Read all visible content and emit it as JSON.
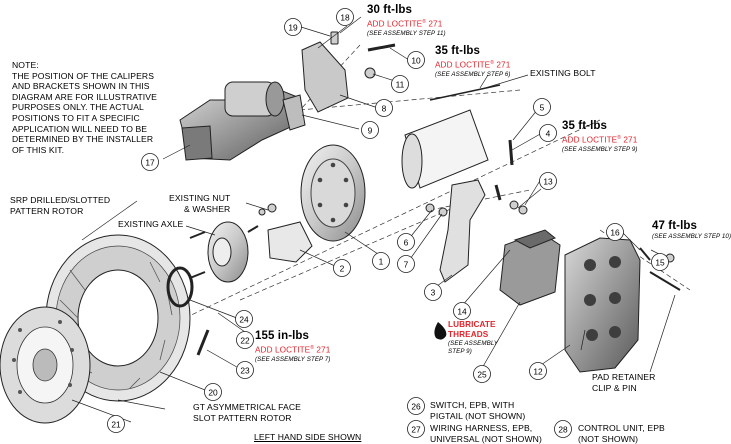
{
  "note": "NOTE:\nTHE POSITION OF THE CALIPERS\nAND BRACKETS SHOWN IN THIS\nDIAGRAM ARE FOR ILLUSTRATIVE\nPURPOSES ONLY. THE ACTUAL\nPOSITIONS TO FIT A SPECIFIC\nAPPLICATION WILL NEED TO BE\nDETERMINED BY THE INSTALLER\nOF THIS KIT.",
  "torque_specs": [
    {
      "torque": "30 ft-lbs",
      "loctite": "ADD LOCTITE",
      "reg": "®",
      "loctite_num": "271",
      "step": "(SEE ASSEMBLY STEP 11)"
    },
    {
      "torque": "35 ft-lbs",
      "loctite": "ADD LOCTITE",
      "reg": "®",
      "loctite_num": "271",
      "step": "(SEE ASSEMBLY STEP 6)"
    },
    {
      "torque": "35 ft-lbs",
      "loctite": "ADD LOCTITE",
      "reg": "®",
      "loctite_num": "271",
      "step": "(SEE ASSEMBLY STEP 9)"
    },
    {
      "torque": "47 ft-lbs",
      "loctite": "",
      "reg": "",
      "loctite_num": "",
      "step": "(SEE ASSEMBLY STEP 10)"
    },
    {
      "torque": "155 in-lbs",
      "loctite": "ADD LOCTITE",
      "reg": "®",
      "loctite_num": "271",
      "step": "(SEE ASSEMBLY STEP 7)"
    }
  ],
  "labels": {
    "existing_bolt": "EXISTING BOLT",
    "existing_nut": "EXISTING NUT\n& WASHER",
    "existing_axle": "EXISTING AXLE",
    "srp_rotor": "SRP DRILLED/SLOTTED\nPATTERN ROTOR",
    "gt_rotor": "GT ASYMMETRICAL FACE\nSLOT PATTERN ROTOR",
    "pad_retainer": "PAD RETAINER\nCLIP & PIN",
    "lubricate": "LUBRICATE\nTHREADS",
    "lubricate_step": "(SEE ASSEMBLY\nSTEP 9)",
    "left_hand": "LEFT HAND SIDE SHOWN"
  },
  "not_shown": [
    {
      "num": "26",
      "text": "SWITCH, EPB, WITH\nPIGTAIL (NOT SHOWN)"
    },
    {
      "num": "27",
      "text": "WIRING HARNESS, EPB,\nUNIVERSAL (NOT SHOWN)"
    },
    {
      "num": "28",
      "text": "CONTROL UNIT, EPB\n(NOT SHOWN)"
    }
  ],
  "callouts": [
    "1",
    "2",
    "3",
    "4",
    "5",
    "6",
    "7",
    "8",
    "9",
    "10",
    "11",
    "12",
    "13",
    "14",
    "15",
    "16",
    "17",
    "18",
    "19",
    "20",
    "21",
    "22",
    "23",
    "24",
    "25"
  ]
}
